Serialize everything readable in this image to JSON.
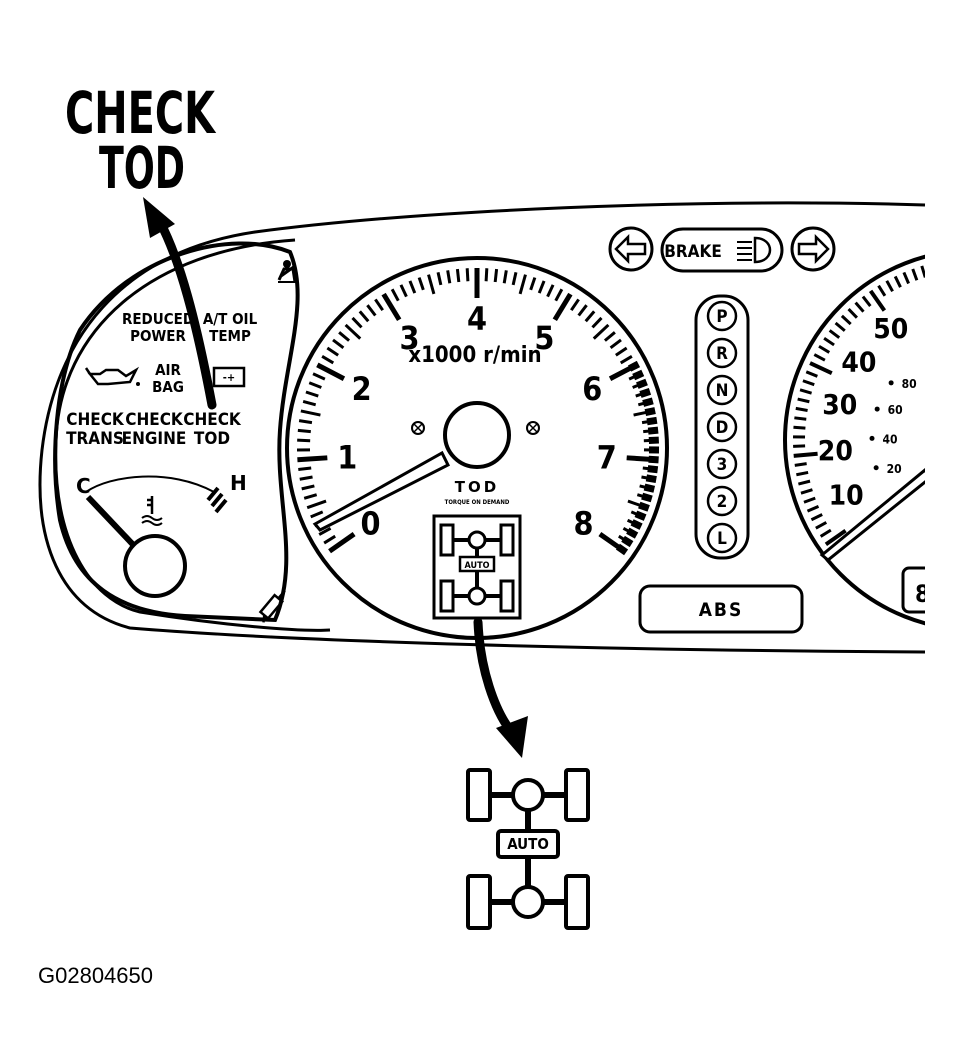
{
  "callout": {
    "line1": "CHECK",
    "line2": "TOD"
  },
  "left_gauge": {
    "reduced_power": [
      "REDUCED",
      "POWER"
    ],
    "at_oil_temp": [
      "A/T OIL",
      "TEMP"
    ],
    "air_bag": [
      "AIR",
      "BAG"
    ],
    "check_trans": [
      "CHECK",
      "TRANS"
    ],
    "check_engine": [
      "CHECK",
      "ENGINE"
    ],
    "check_tod": [
      "CHECK",
      "TOD"
    ],
    "temp_cold": "C",
    "temp_hot": "H",
    "battery_symbol": "-+"
  },
  "tachometer": {
    "unit": "x1000 r/min",
    "numbers": [
      "0",
      "1",
      "2",
      "3",
      "4",
      "5",
      "6",
      "7",
      "8"
    ],
    "tod_title": "TOD",
    "tod_subtitle": "TORQUE ON DEMAND",
    "auto_label": "AUTO"
  },
  "center": {
    "brake_label": "BRAKE",
    "gears": [
      "P",
      "R",
      "N",
      "D",
      "3",
      "2",
      "L"
    ],
    "abs_label": "ABS"
  },
  "speedometer": {
    "mph": [
      "10",
      "20",
      "30",
      "40",
      "50"
    ],
    "kmh": [
      "20",
      "40",
      "60",
      "80"
    ]
  },
  "auto_callout": {
    "auto_label": "AUTO"
  },
  "figure_id": "G02804650",
  "icons": [
    "left-turn-arrow-icon",
    "right-turn-arrow-icon",
    "headlight-icon",
    "oil-can-icon",
    "battery-icon",
    "seatbelt-icon",
    "coolant-temp-icon",
    "fuel-pump-icon"
  ]
}
